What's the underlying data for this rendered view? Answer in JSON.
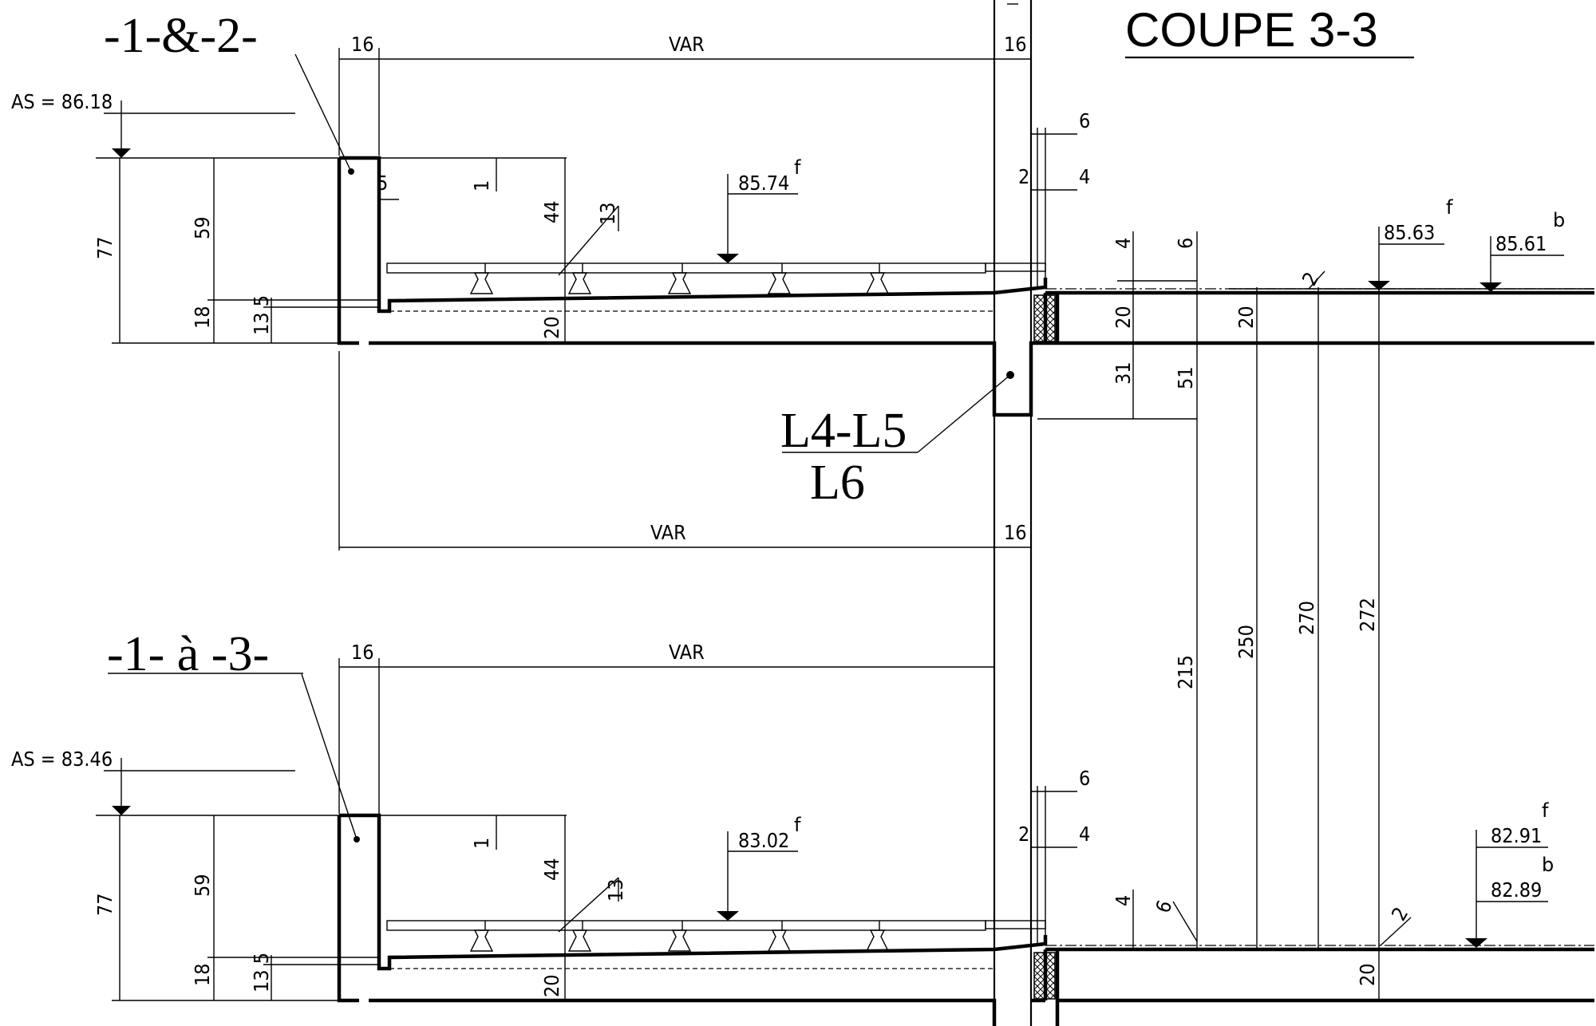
{
  "title": "COUPE 3-3",
  "labels": {
    "top_detail": "-1-&-2-",
    "bottom_detail": "-1- à -3-",
    "beam_line1": "L4-L5",
    "beam_line2": "L6"
  },
  "levels": {
    "as_top": "AS = 86.18",
    "as_bottom": "AS = 83.46",
    "finish_top": "85.74",
    "finish_bottom": "83.02",
    "right_f_top": "85.63",
    "right_b_top": "85.61",
    "right_f_bottom": "82.91",
    "right_b_bottom": "82.89",
    "sup_f": "f",
    "sup_b": "b"
  },
  "dims": {
    "d16": "16",
    "var": "VAR",
    "d77": "77",
    "d59": "59",
    "d18": "18",
    "d13_5": "13 5",
    "d44": "44",
    "d1": "1",
    "d5": "5",
    "d13": "13",
    "d20": "20",
    "d6": "6",
    "d4": "4",
    "d2": "2",
    "d31": "31",
    "d51": "51",
    "d215": "215",
    "d250": "250",
    "d270": "270",
    "d272": "272"
  }
}
